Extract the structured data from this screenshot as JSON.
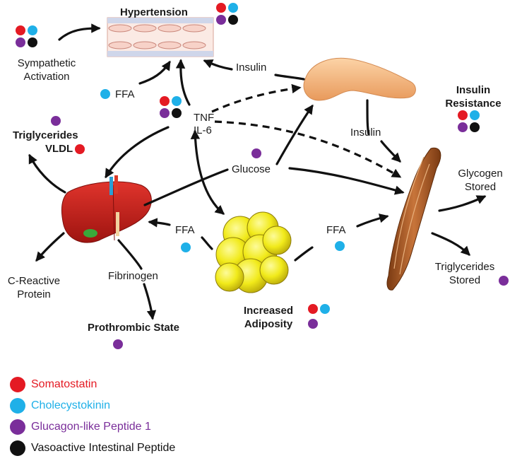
{
  "colors": {
    "somatostatin": "#e41a23",
    "cholecystokinin": "#1fb0e8",
    "glp1": "#7a2e9a",
    "vip": "#111111"
  },
  "labels": {
    "hypertension": "Hypertension",
    "sympathetic": [
      "Sympathetic",
      "Activation"
    ],
    "ffa_top": "FFA",
    "insulin_top": "Insulin",
    "insulin_right": "Insulin",
    "insulin_resistance": [
      "Insulin",
      "Resistance"
    ],
    "tnf": "TNF",
    "il6": "IL-6",
    "triglycerides_vldl": [
      "Triglycerides",
      "VLDL"
    ],
    "glucose": "Glucose",
    "glycogen": [
      "Glycogen",
      "Stored"
    ],
    "ffa_left": "FFA",
    "ffa_right": "FFA",
    "crp": [
      "C-Reactive",
      "Protein"
    ],
    "fibrinogen": "Fibrinogen",
    "prothrombic": "Prothrombic State",
    "adiposity": [
      "Increased",
      "Adiposity"
    ],
    "tg_stored": [
      "Triglycerides",
      "Stored"
    ]
  },
  "legend": [
    {
      "name": "Somatostatin",
      "color": "#e41a23"
    },
    {
      "name": "Cholecystokinin",
      "color": "#1fb0e8"
    },
    {
      "name": "Glucagon-like Peptide 1",
      "color": "#7a2e9a"
    },
    {
      "name": "Vasoactive Intestinal Peptide",
      "color": "#111111"
    }
  ],
  "markers": {
    "hypertension": [
      "somatostatin",
      "cholecystokinin",
      "glp1",
      "vip"
    ],
    "sympathetic": [
      "somatostatin",
      "cholecystokinin",
      "glp1",
      "vip"
    ],
    "ffa_top": [
      "cholecystokinin"
    ],
    "tnf": [
      "somatostatin",
      "cholecystokinin",
      "glp1",
      "vip"
    ],
    "triglycerides_top": [
      "glp1"
    ],
    "vldl": [
      "somatostatin"
    ],
    "glucose": [
      "glp1"
    ],
    "insulin_resistance": [
      "somatostatin",
      "cholecystokinin",
      "glp1",
      "vip"
    ],
    "ffa_left": [
      "cholecystokinin"
    ],
    "ffa_right": [
      "cholecystokinin"
    ],
    "adiposity": [
      "somatostatin",
      "cholecystokinin"
    ],
    "adiposity_2": [
      "glp1"
    ],
    "prothrombic": [
      "glp1"
    ],
    "tg_stored": [
      "glp1"
    ]
  }
}
